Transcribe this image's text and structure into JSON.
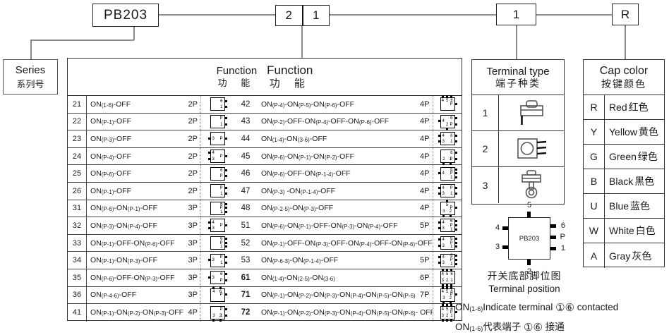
{
  "top_code": {
    "series": "PB203",
    "func_left": "2",
    "func_right": "1",
    "terminal": "1",
    "color": "R"
  },
  "series": {
    "en": "Series",
    "zh": "系列号"
  },
  "function_table": {
    "headers": [
      {
        "en": "Function",
        "zh": "功 能"
      },
      {
        "en": "Function",
        "zh": "功 能"
      }
    ],
    "left_rows": [
      {
        "code": "21",
        "desc": "ON(1-6)-OFF",
        "poles": "2P",
        "pins": {
          "right": [
            "6",
            "1"
          ]
        }
      },
      {
        "code": "22",
        "desc": "ON(P-1)-OFF",
        "poles": "2P",
        "pins": {
          "right": [
            "P",
            "1"
          ]
        }
      },
      {
        "code": "23",
        "desc": "ON(P-3)-OFF",
        "poles": "2P",
        "pins": {
          "left": [
            "3"
          ],
          "right": [
            "P"
          ]
        }
      },
      {
        "code": "24",
        "desc": "ON(P-4)-OFF",
        "poles": "2P",
        "pins": {
          "left": [
            "4",
            "3"
          ],
          "right": [
            "P"
          ]
        }
      },
      {
        "code": "25",
        "desc": "ON(P-6)-OFF",
        "poles": "2P",
        "pins": {
          "right": [
            "6",
            "P"
          ]
        }
      },
      {
        "code": "26",
        "desc": "ON(P-1)-OFF",
        "poles": "2P",
        "pins": {
          "right": [
            "P",
            "1"
          ]
        }
      },
      {
        "code": "31",
        "desc": "ON(P-6)-ON(P-1)-OFF",
        "poles": "3P",
        "pins": {
          "right": [
            "6",
            "P",
            "1"
          ]
        }
      },
      {
        "code": "32",
        "desc": "ON(P-3)-ON(P-4)-OFF",
        "poles": "3P",
        "pins": {
          "left": [
            "4",
            "3"
          ],
          "right": [
            "P"
          ]
        }
      },
      {
        "code": "33",
        "desc": "ON(P-1)-OFF-ON(P-6)-OFF",
        "poles": "3P",
        "pins": {
          "right": [
            "6",
            "P",
            "1"
          ]
        }
      },
      {
        "code": "34",
        "desc": "ON(P-1)-ON(P-3)-OFF",
        "poles": "3P",
        "pins": {
          "left": [
            "3"
          ],
          "right": [
            "P",
            "1"
          ]
        }
      },
      {
        "code": "35",
        "desc": "ON(P-6)-OFF-ON(P-3)-OFF",
        "poles": "3P",
        "pins": {
          "left": [
            "3"
          ],
          "right": [
            "6",
            "P"
          ]
        }
      },
      {
        "code": "36",
        "desc": "ON(P-4-6)-OFF",
        "poles": "3P",
        "pins": {
          "top": [
            "4",
            "6"
          ],
          "right": [
            "P"
          ]
        }
      },
      {
        "code": "41",
        "desc": "ON(P-1)-ON(P-2)-ON(P-3)-OFF",
        "poles": "4P",
        "pins": {
          "bottom": [
            "3",
            "2"
          ],
          "right": [
            "P",
            "1"
          ]
        }
      }
    ],
    "right_rows": [
      {
        "code": "42",
        "desc": "ON(P-4)-ON(P-5)-ON(P-6)-OFF",
        "poles": "4P",
        "pins": {
          "top": [
            "4",
            "5",
            "6"
          ],
          "right": [
            "P"
          ]
        }
      },
      {
        "code": "43",
        "desc": "ON(P-2)-OFF-ON(P-4)-OFF-ON(P-6)-OFF",
        "poles": "4P",
        "pins": {
          "left": [
            "4"
          ],
          "right": [
            "6",
            "P"
          ],
          "bottom": [
            "2"
          ]
        }
      },
      {
        "code": "44",
        "desc": "ON(1-4)-ON(3-6)-OFF",
        "poles": "4P",
        "pins": {
          "left": [
            "4",
            "3"
          ],
          "right": [
            "6",
            "1"
          ]
        }
      },
      {
        "code": "45",
        "desc": "ON(P-6)-ON(P-1)-ON(P-2)-OFF",
        "poles": "4P",
        "pins": {
          "right": [
            "6",
            "P"
          ],
          "bottom": [
            "2",
            "1"
          ]
        }
      },
      {
        "code": "46",
        "desc": "ON(P-6)-OFF-ON(P-1-4)-OFF",
        "poles": "4P",
        "pins": {
          "left": [
            "4"
          ],
          "right": [
            "6",
            "P",
            "1"
          ]
        }
      },
      {
        "code": "47",
        "desc": "ON(P-3) -ON(P-1-4)-OFF",
        "poles": "4P",
        "pins": {
          "left": [
            "4",
            "3"
          ],
          "right": [
            "P",
            "1"
          ]
        }
      },
      {
        "code": "48",
        "desc": "ON(P-2-5)-ON(P-3)-OFF",
        "poles": "4P",
        "pins": {
          "top": [
            "5"
          ],
          "right": [
            "P"
          ],
          "bottom": [
            "3",
            "2"
          ]
        }
      },
      {
        "code": "51",
        "desc": "ON(P-6)-ON(P-1)-OFF-ON(P-3)-ON(P-4)-OFF",
        "poles": "5P",
        "pins": {
          "left": [
            "4",
            "3"
          ],
          "right": [
            "6",
            "P",
            "1"
          ]
        }
      },
      {
        "code": "52",
        "desc": "ON(P-1)-OFF-ON(P-3)-OFF-ON(P-4)-OFF-ON(P-6)-OFF",
        "poles": "5P",
        "pins": {
          "left": [
            "4",
            "3"
          ],
          "right": [
            "6",
            "P",
            "1"
          ]
        }
      },
      {
        "code": "53",
        "desc": "ON(P-6-3)-ON(P-1-4)-OFF",
        "poles": "5P",
        "pins": {
          "left": [
            "4",
            "3"
          ],
          "right": [
            "6",
            "P",
            "1"
          ]
        }
      },
      {
        "code": "61",
        "bold": true,
        "desc": "ON(1-4)-ON(2-5)-ON(3-6)",
        "poles": "6P",
        "pins": {
          "top": [
            "4",
            "5",
            "6"
          ],
          "bottom": [
            "3",
            "2",
            "1"
          ]
        }
      },
      {
        "code": "71",
        "bold": true,
        "desc": "ON(P-1)-ON(P-2)-ON(P-3)-ON(P-4)-ON(P-5)-ON(P-6)",
        "poles": "7P",
        "pins": {
          "top": [
            "4",
            "5",
            "6"
          ],
          "right": [
            "P"
          ],
          "bottom": [
            "3",
            "2"
          ]
        }
      },
      {
        "code": "72",
        "bold": true,
        "desc": "ON(P-1)-ON(P-2)-ON(P-3)-ON(P-4)-ON(P-5)-ON(P-6)- OFF",
        "poles": "7P",
        "pins": {
          "top": [
            "4",
            "5",
            "6"
          ],
          "right": [
            "P"
          ],
          "bottom": [
            "3",
            "2",
            "1"
          ]
        }
      }
    ]
  },
  "terminal_type": {
    "title_en": "Terminal type",
    "title_zh": "端子种类",
    "rows": [
      {
        "num": "1",
        "icon": "pcb-terminal-icon"
      },
      {
        "num": "2",
        "icon": "snap-in-terminal-icon"
      },
      {
        "num": "3",
        "icon": "solder-lug-terminal-icon"
      }
    ]
  },
  "cap_color": {
    "title_en": "Cap color",
    "title_zh": "按键颜色",
    "rows": [
      {
        "code": "R",
        "en": "Red",
        "zh": "红色"
      },
      {
        "code": "Y",
        "en": "Yellow",
        "zh": "黄色"
      },
      {
        "code": "G",
        "en": "Green",
        "zh": "绿色"
      },
      {
        "code": "B",
        "en": "Black",
        "zh": "黑色"
      },
      {
        "code": "U",
        "en": "Blue",
        "zh": "蓝色"
      },
      {
        "code": "W",
        "en": "White",
        "zh": "白色"
      },
      {
        "code": "A",
        "en": "Gray",
        "zh": "灰色"
      }
    ]
  },
  "pin_diagram": {
    "label": "PB203",
    "pins": {
      "top": [
        "5"
      ],
      "bottom": [
        "2"
      ],
      "left": [
        "4",
        "3"
      ],
      "right": [
        "6",
        "P",
        "1"
      ]
    },
    "caption_zh": "开关底部脚位图",
    "caption_en": "Terminal position"
  },
  "notes": [
    "ON(1-6)Indicate terminal ①⑥  contacted",
    "ON(1-6)代表端子 ①⑥  接通"
  ]
}
